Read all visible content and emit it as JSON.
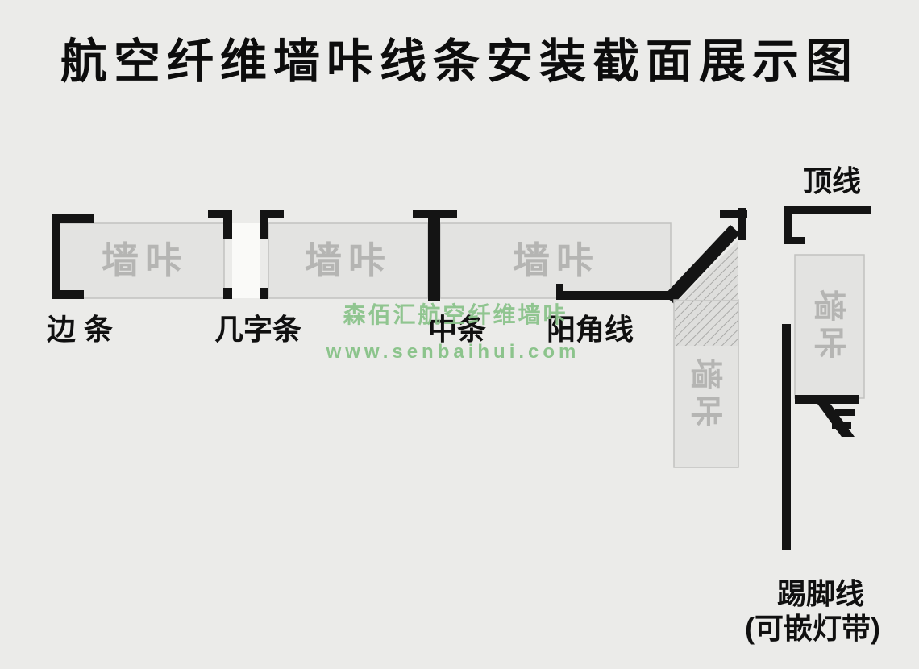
{
  "page": {
    "title": "航空纤维墙咔线条安装截面展示图"
  },
  "diagram": {
    "panel_label": "墙咔",
    "profiles": [
      {
        "id": "edge",
        "label": "边 条"
      },
      {
        "id": "jizi",
        "label": "几字条"
      },
      {
        "id": "middle",
        "label": "中条"
      },
      {
        "id": "corner",
        "label": "阳角线"
      },
      {
        "id": "crown",
        "label": "顶线"
      },
      {
        "id": "skirting",
        "label": "踢脚线",
        "sublabel": "(可嵌灯带)"
      }
    ]
  },
  "watermark": {
    "brand": "森佰汇航空纤维墙咔",
    "url": "www.senbaihui.com"
  },
  "colors": {
    "background": "#ebebe9",
    "panel": "#e3e3e1",
    "panel_text": "#b5b5b3",
    "trim": "#141414",
    "label": "#101010",
    "watermark": "#8cc48c"
  }
}
